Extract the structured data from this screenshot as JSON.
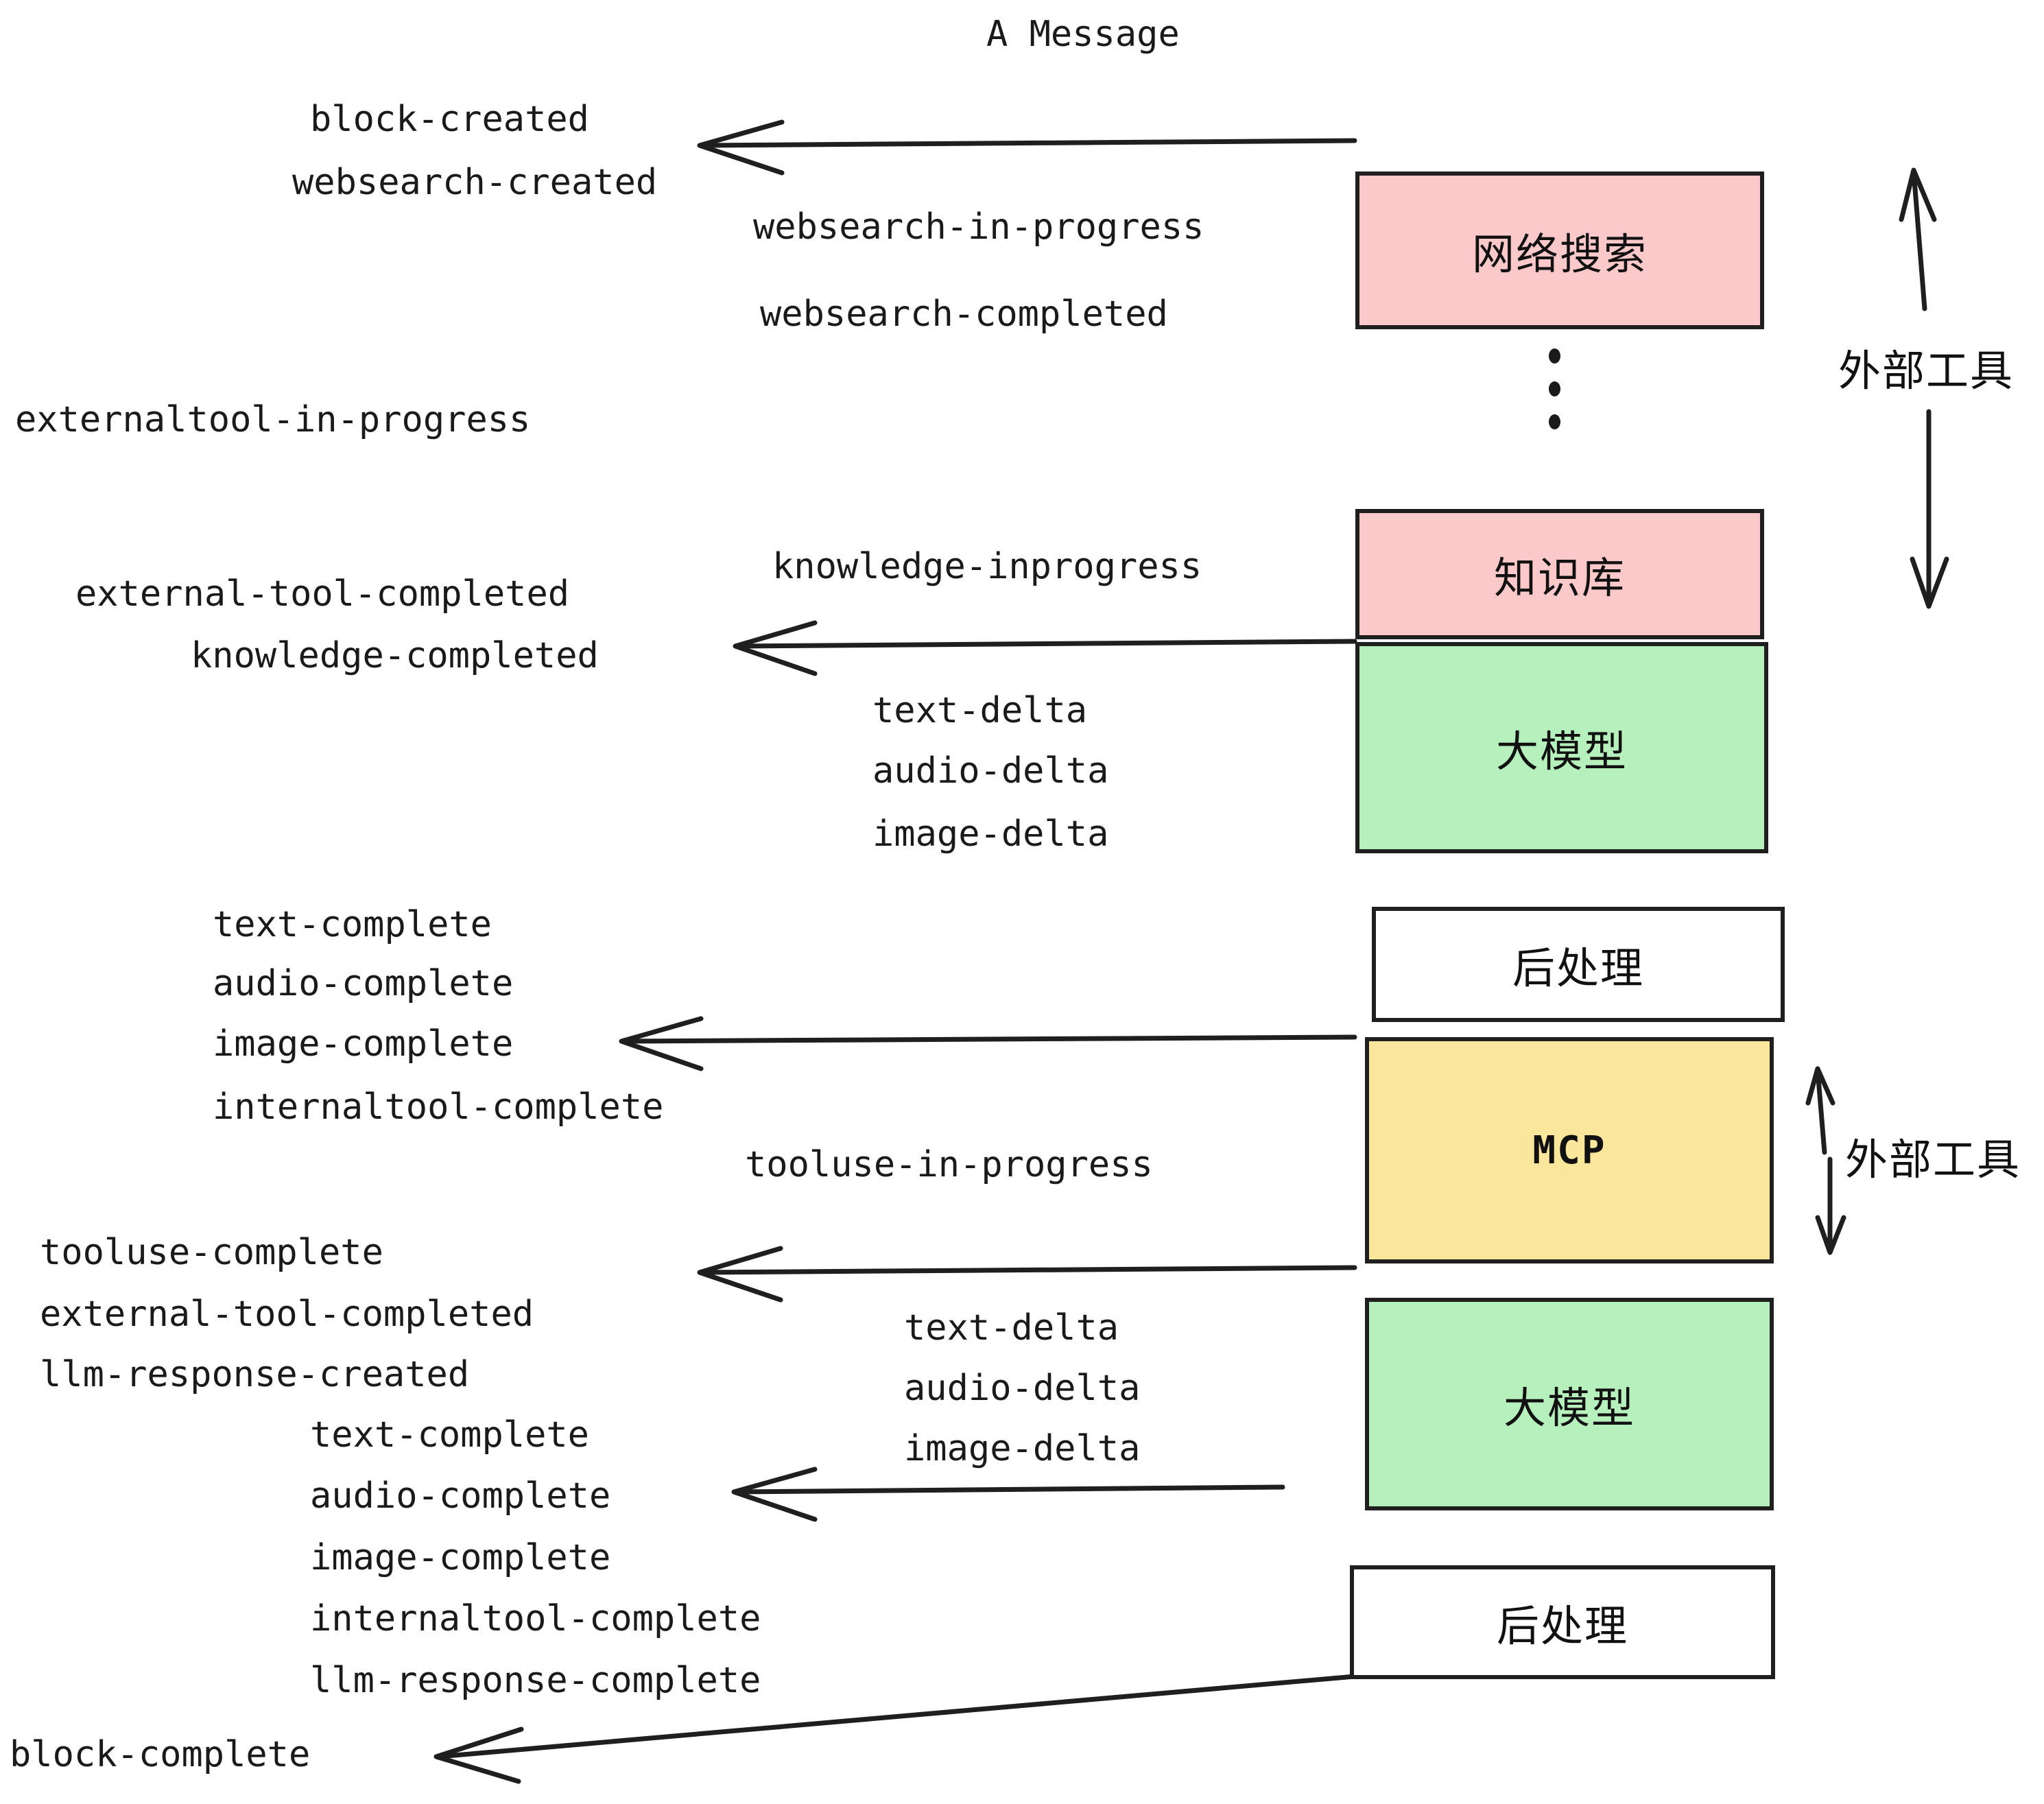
{
  "title": "A Message",
  "boxes": [
    {
      "label": "网络搜索",
      "color": "pink"
    },
    {
      "label": "知识库",
      "color": "pink"
    },
    {
      "label": "大模型",
      "color": "green"
    },
    {
      "label": "后处理",
      "color": "white"
    },
    {
      "label": "MCP",
      "color": "yellow"
    },
    {
      "label": "大模型",
      "color": "green"
    },
    {
      "label": "后处理",
      "color": "white"
    }
  ],
  "side_labels": {
    "external_tools_top": "外部工具",
    "external_tools_bottom": "外部工具"
  },
  "events": {
    "block_created": "block-created",
    "websearch_created": "websearch-created",
    "websearch_in_progress": "websearch-in-progress",
    "websearch_completed": "websearch-completed",
    "externaltool_in_progress": "externaltool-in-progress",
    "knowledge_inprogress": "knowledge-inprogress",
    "external_tool_completed_1": "external-tool-completed",
    "knowledge_completed": "knowledge-completed",
    "text_delta_1": "text-delta",
    "audio_delta_1": "audio-delta",
    "image_delta_1": "image-delta",
    "text_complete_1": "text-complete",
    "audio_complete_1": "audio-complete",
    "image_complete_1": "image-complete",
    "internaltool_complete_1": "internaltool-complete",
    "tooluse_in_progress": "tooluse-in-progress",
    "tooluse_complete": "tooluse-complete",
    "external_tool_completed_2": "external-tool-completed",
    "llm_response_created": "llm-response-created",
    "text_delta_2": "text-delta",
    "audio_delta_2": "audio-delta",
    "image_delta_2": "image-delta",
    "text_complete_2": "text-complete",
    "audio_complete_2": "audio-complete",
    "image_complete_2": "image-complete",
    "internaltool_complete_2": "internaltool-complete",
    "llm_response_complete": "llm-response-complete",
    "block_complete": "block-complete"
  },
  "colors": {
    "pink": "#FBC9C9",
    "green": "#B6F0BD",
    "yellow": "#FBE79B",
    "stroke": "#1f1f1f",
    "text": "#1a1a1a",
    "background": "#ffffff"
  }
}
